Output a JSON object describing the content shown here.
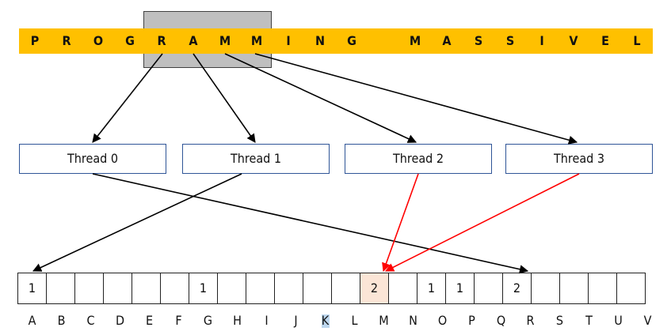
{
  "strip": {
    "letters": [
      "P",
      "R",
      "O",
      "G",
      "R",
      "A",
      "M",
      "M",
      "I",
      "N",
      "G",
      "",
      "M",
      "A",
      "S",
      "S",
      "I",
      "V",
      "E",
      "L"
    ],
    "color": "#FFC000"
  },
  "window_color": "#BFBFBF",
  "threads": [
    {
      "label": "Thread 0"
    },
    {
      "label": "Thread 1"
    },
    {
      "label": "Thread 2"
    },
    {
      "label": "Thread 3"
    }
  ],
  "histogram": {
    "cells": [
      "1",
      "",
      "",
      "",
      "",
      "",
      "1",
      "",
      "",
      "",
      "",
      "",
      "2",
      "",
      "1",
      "1",
      "",
      "2",
      "",
      "",
      "",
      ""
    ],
    "highlight_index": 12,
    "highlight_color": "#FBE5D6",
    "labels": [
      "A",
      "B",
      "C",
      "D",
      "E",
      "F",
      "G",
      "H",
      "I",
      "J",
      "K",
      "L",
      "M",
      "N",
      "O",
      "P",
      "Q",
      "R",
      "S",
      "T",
      "U",
      "V"
    ]
  },
  "arrows": {
    "black": "#000000",
    "red": "#FF0000"
  }
}
